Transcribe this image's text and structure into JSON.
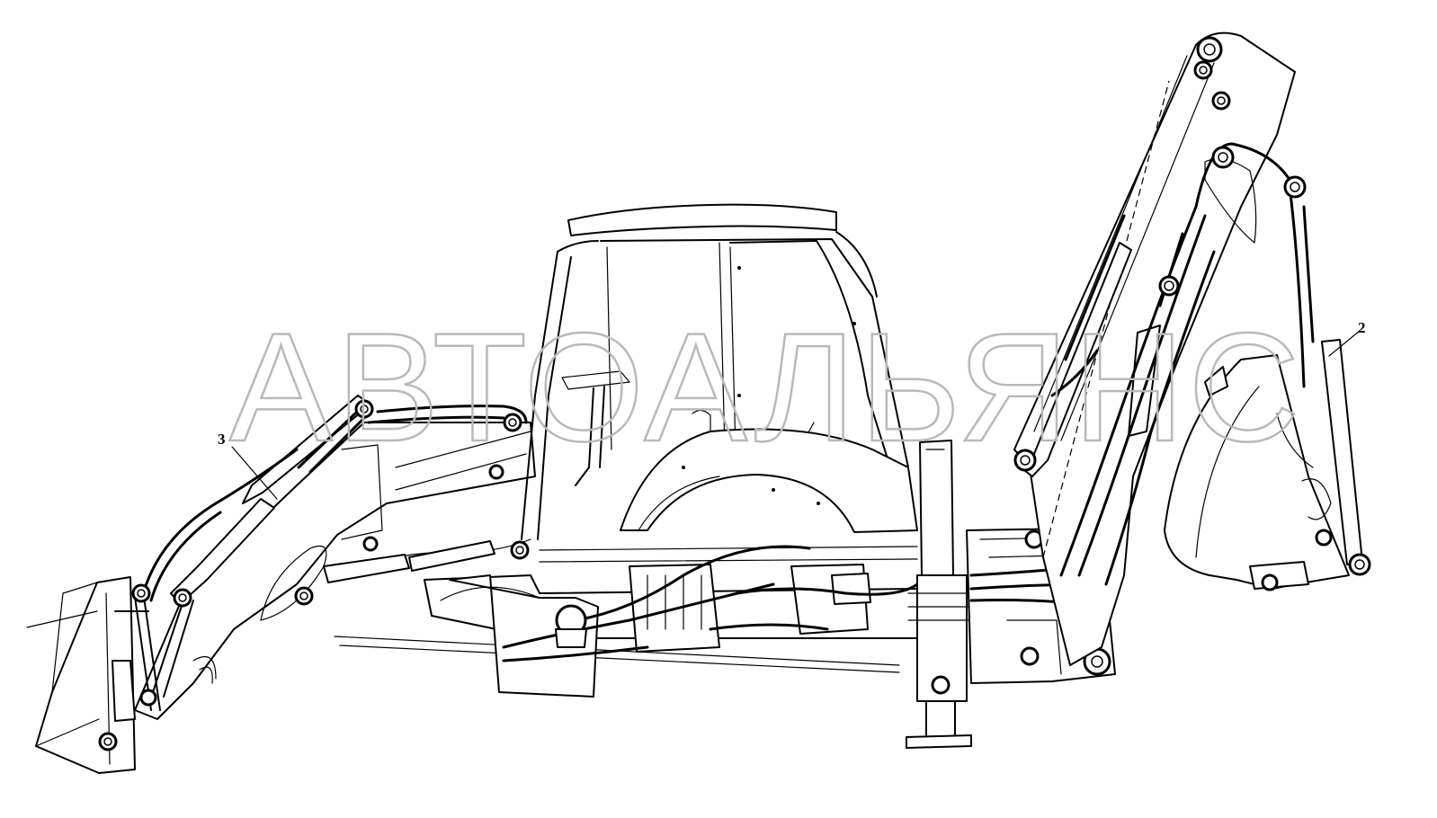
{
  "watermark": "АВТОАЛЬЯНС",
  "callouts": [
    {
      "label": "3",
      "part": "loader-lift-cylinder"
    },
    {
      "label": "2",
      "part": "backhoe-dipper-cylinder"
    }
  ],
  "colors": {
    "line": "#000000",
    "background": "#ffffff",
    "watermark": "#b9b9b9"
  }
}
